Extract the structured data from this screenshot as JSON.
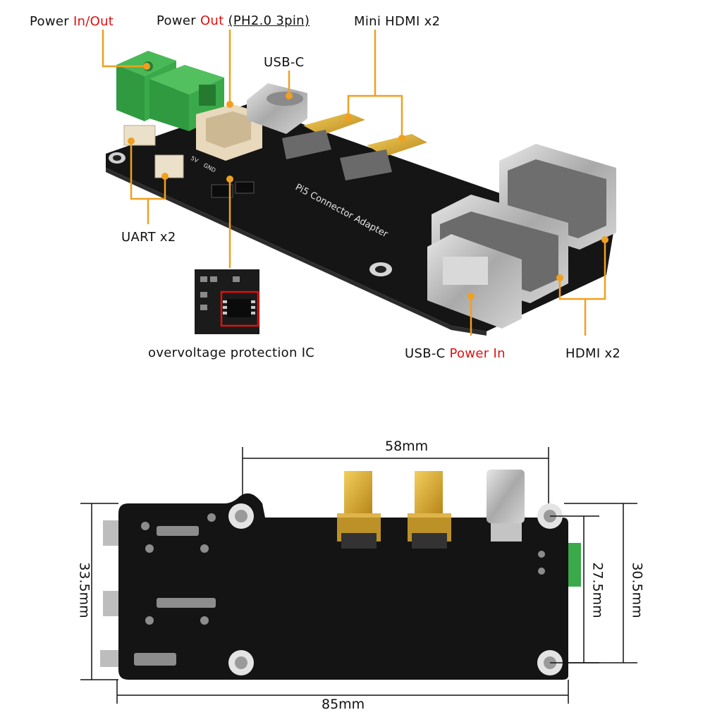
{
  "top_labels": {
    "power_in_out": {
      "prefix": "Power ",
      "highlight": "In/Out"
    },
    "power_out": {
      "prefix": "Power ",
      "highlight": "Out",
      "suffix": "(PH2.0 3pin)"
    },
    "mini_hdmi": "Mini HDMI x2",
    "usb_c": "USB-C",
    "uart": "UART x2",
    "ovp_ic": "overvoltage protection IC",
    "usb_c_power_in": {
      "prefix": "USB-C ",
      "highlight": "Power In"
    },
    "hdmi": "HDMI x2"
  },
  "board": {
    "silkscreen_title": "Pi5 Connector Adapter",
    "pin_labels": [
      "GND",
      "5V"
    ]
  },
  "dimensions": {
    "hole_spacing_width": "58mm",
    "board_width": "85mm",
    "board_height": "33.5mm",
    "hole_spacing_height_inner": "27.5mm",
    "hole_spacing_height_outer": "30.5mm"
  },
  "colors": {
    "callout": "#f0a020",
    "highlight": "#e01010",
    "pcb": "#141414",
    "terminal": "#3aa94a",
    "gold": "#d8a72c"
  }
}
